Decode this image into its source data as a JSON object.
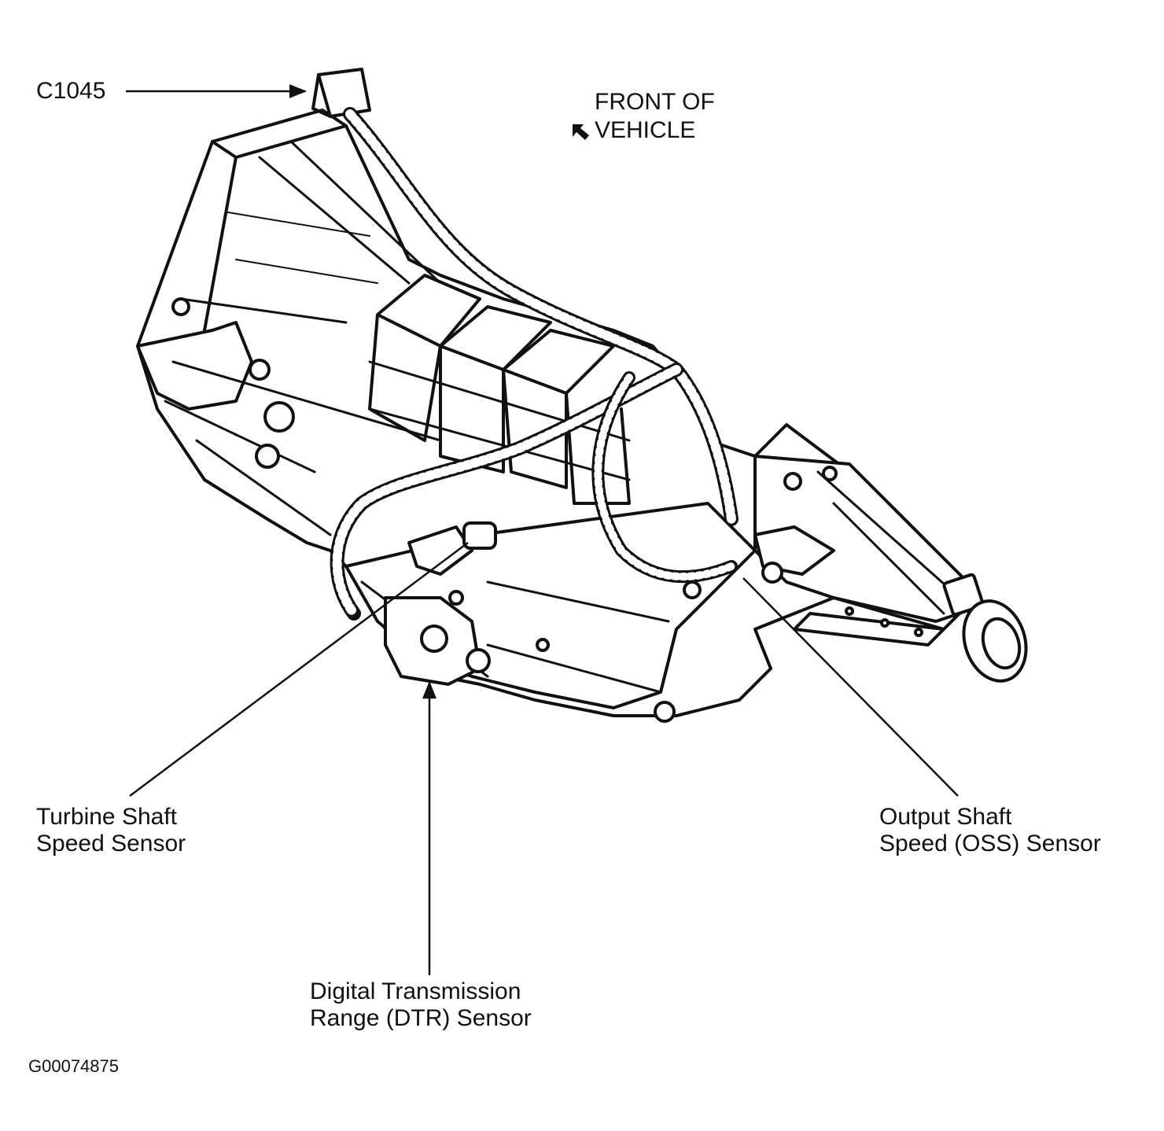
{
  "labels": {
    "connector": "C1045",
    "front_line1": "FRONT OF",
    "front_line2": "VEHICLE",
    "turbine_line1": "Turbine Shaft",
    "turbine_line2": "Speed Sensor",
    "oss_line1": "Output Shaft",
    "oss_line2": "Speed (OSS) Sensor",
    "dtr_line1": "Digital Transmission",
    "dtr_line2": "Range (DTR) Sensor",
    "figure_id": "G00074875"
  },
  "colors": {
    "ink": "#111111",
    "paper": "#ffffff"
  }
}
